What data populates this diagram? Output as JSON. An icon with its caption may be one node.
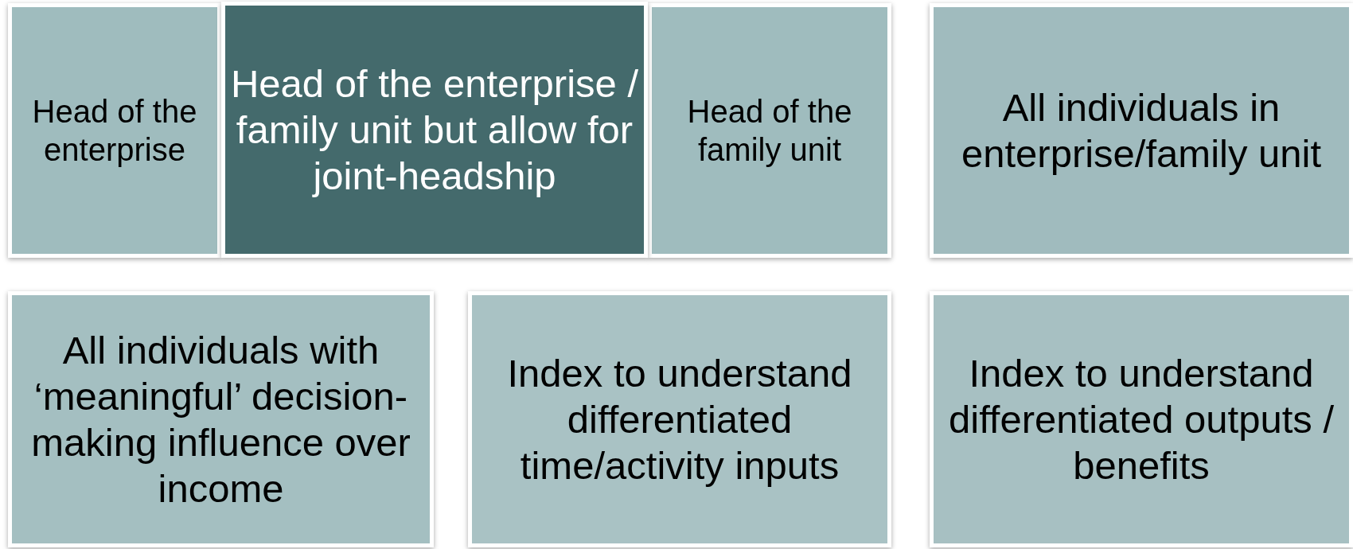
{
  "diagram": {
    "nodes": [
      {
        "text": [
          "Head of the enterprise"
        ]
      },
      {
        "text": [
          "Head of the enterprise / family unit but allow for joint-headship"
        ]
      },
      {
        "text": [
          "Head of the family unit"
        ]
      },
      {
        "text": [
          "All individuals in enterprise/family unit"
        ]
      },
      {
        "text": [
          "All individuals with ‘meaningful’ decision-making influence over income"
        ]
      },
      {
        "text": [
          "Index to understand differentiated time/activity inputs"
        ]
      },
      {
        "text": [
          "Index to understand differentiated outputs / benefits"
        ]
      }
    ]
  }
}
